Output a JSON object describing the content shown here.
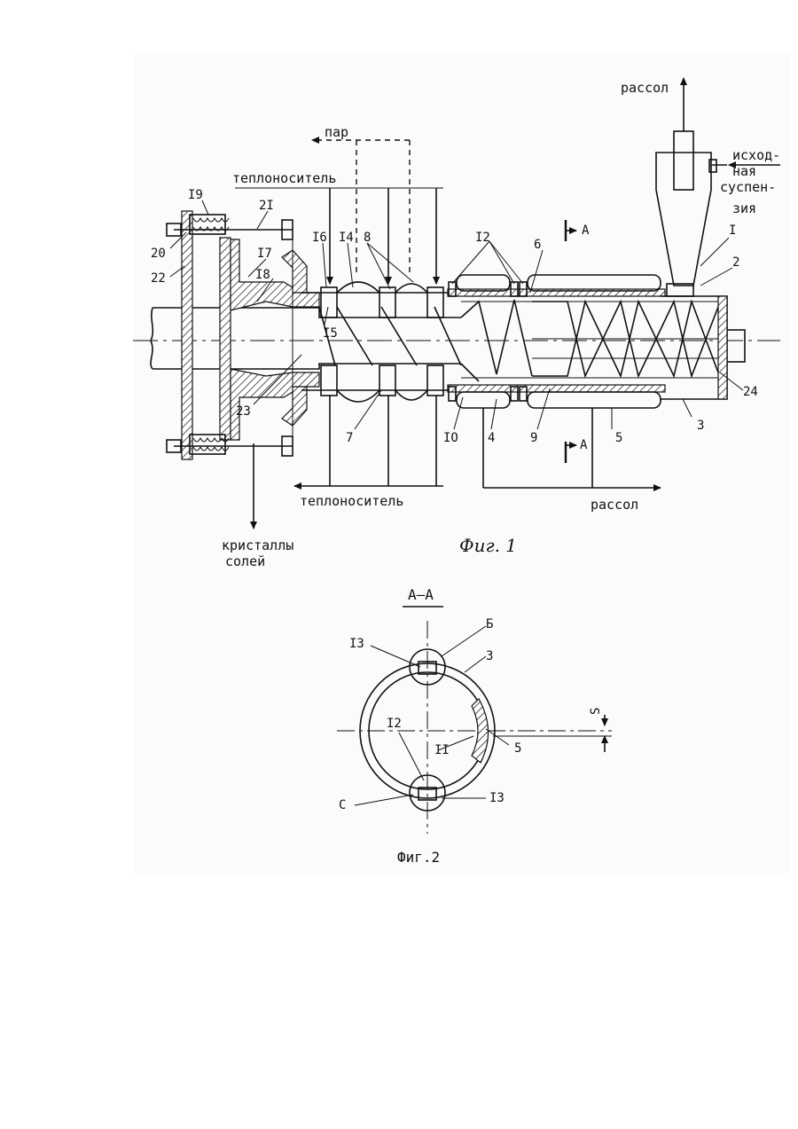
{
  "figure1": {
    "caption": "Фuг. 1",
    "labels": {
      "steam": "пар",
      "coolant_top": "теплоноситель",
      "brine_top": "рассол",
      "feed_line1": "исход-",
      "feed_line2": "ная",
      "feed_line3": "суспен-",
      "feed_line4": "зия",
      "coolant_bottom": "теплоноситель",
      "brine_bottom": "рассол",
      "crystals_line1": "кристаллы",
      "crystals_line2": "солей",
      "section_mark_top": "A",
      "section_mark_bottom": "A"
    },
    "positions": [
      "I9",
      "2I",
      "20",
      "22",
      "I7",
      "I8",
      "I6",
      "I4",
      "8",
      "I5",
      "23",
      "7",
      "I2",
      "6",
      "I",
      "2",
      "IO",
      "4",
      "9",
      "5",
      "3",
      "24"
    ]
  },
  "figure2": {
    "caption": "Фиг.2",
    "title": "A–A",
    "labels": [
      "I3",
      "Б",
      "3",
      "I2",
      "II",
      "5",
      "C",
      "I3"
    ],
    "dimension": "S"
  }
}
